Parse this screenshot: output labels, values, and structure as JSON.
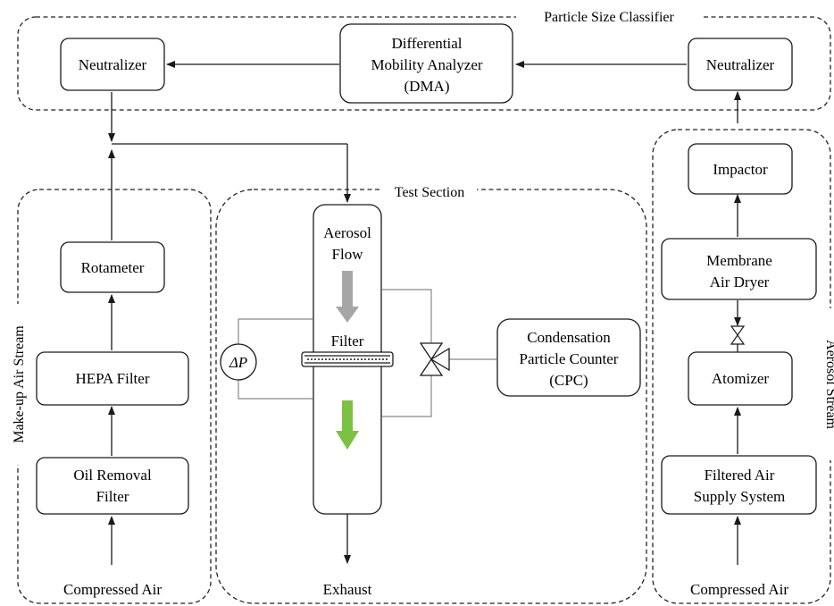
{
  "groups": {
    "classifier": "Particle Size Classifier",
    "test_section": "Test Section",
    "makeup": "Make-up Air Stream",
    "aerosol": "Aerosol Stream"
  },
  "boxes": {
    "neutralizer_left": "Neutralizer",
    "dma": [
      "Differential",
      "Mobility Analyzer",
      "(DMA)"
    ],
    "neutralizer_right": "Neutralizer",
    "rotameter": "Rotameter",
    "hepa": "HEPA Filter",
    "oil": [
      "Oil Removal",
      "Filter"
    ],
    "impactor": "Impactor",
    "dryer": [
      "Membrane",
      "Air Dryer"
    ],
    "atomizer": "Atomizer",
    "filtered_air": [
      "Filtered Air",
      "Supply System"
    ],
    "cpc": [
      "Condensation",
      "Particle Counter",
      "(CPC)"
    ]
  },
  "labels": {
    "aerosol_flow": [
      "Aerosol",
      "Flow"
    ],
    "filter": "Filter",
    "delta_p": "ΔP",
    "exhaust": "Exhaust",
    "compressed_left": "Compressed Air",
    "compressed_right": "Compressed Air"
  },
  "colors": {
    "flow_arrow_upstream": "#a6a6a6",
    "flow_arrow_downstream": "#7cc242"
  }
}
